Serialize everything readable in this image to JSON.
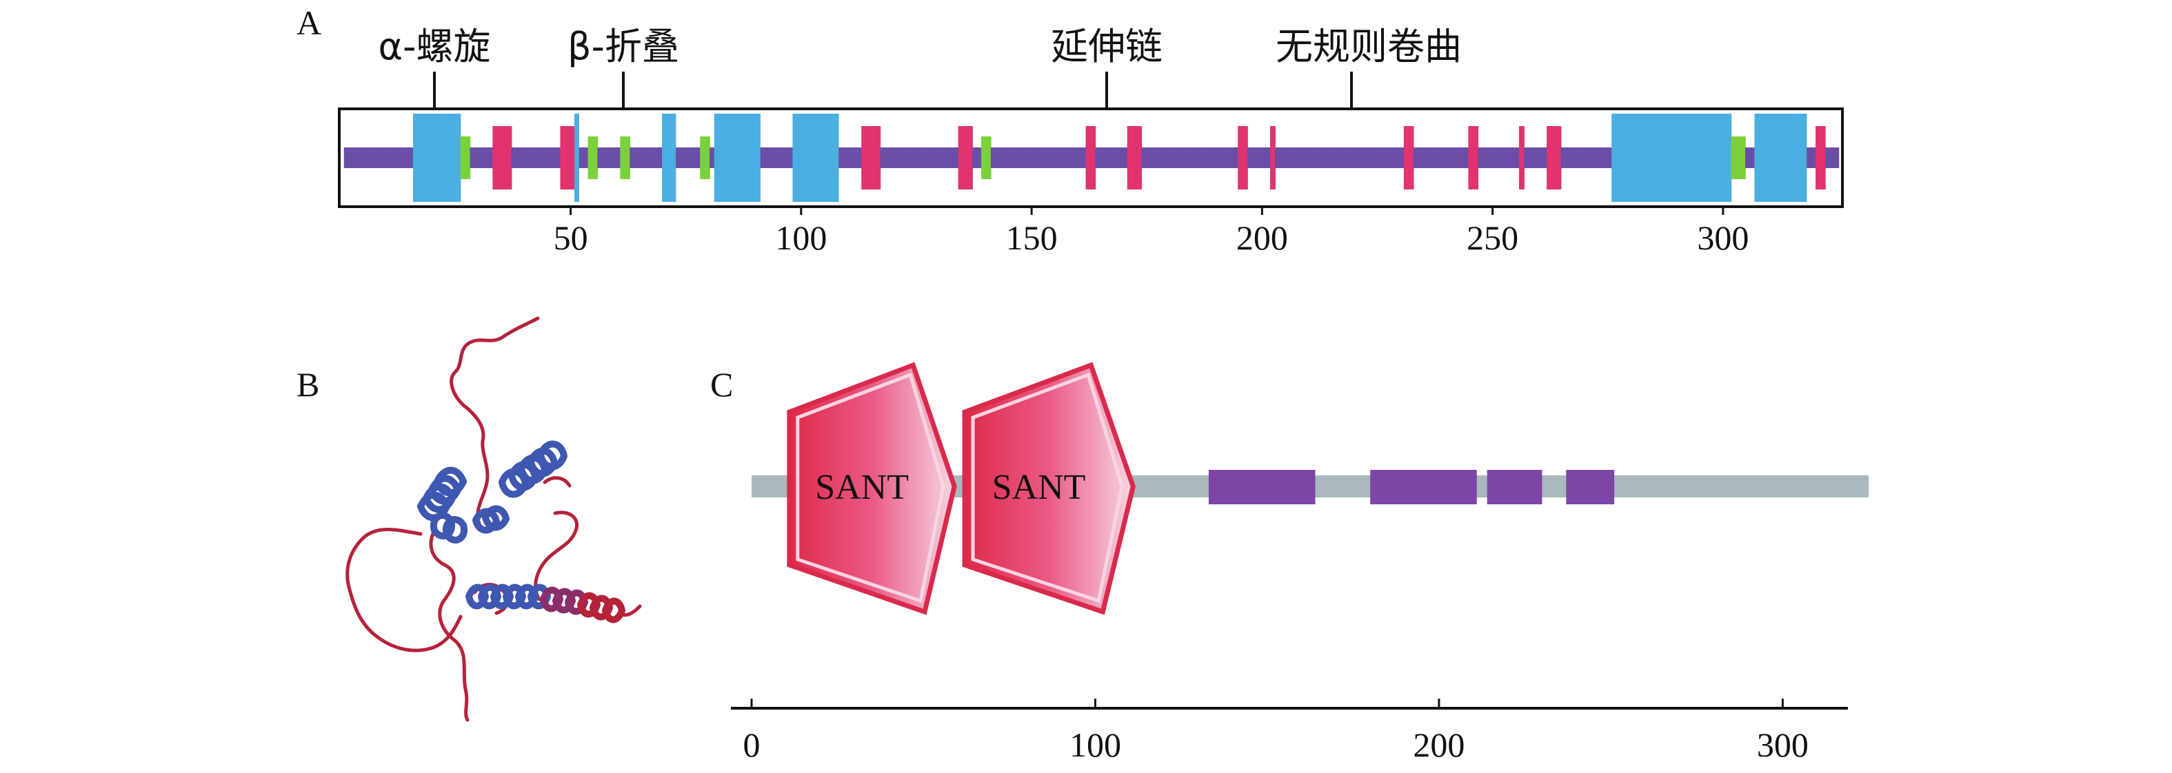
{
  "panels": {
    "a": {
      "letter": "A"
    },
    "b": {
      "letter": "B"
    },
    "c": {
      "letter": "C"
    }
  },
  "legend": [
    {
      "key": "helix",
      "label": "α-螺旋"
    },
    {
      "key": "strand",
      "label": "β-折叠"
    },
    {
      "key": "ext",
      "label": "延伸链"
    },
    {
      "key": "coil",
      "label": "无规则卷曲"
    }
  ],
  "colors": {
    "helix": "#4aaee0",
    "strand": "#e0336f",
    "ext": "#7ad13a",
    "coil": "#6a4da6",
    "backbone": "#a9b9be",
    "sant_fill_dark": "#de2a4a",
    "sant_fill_light": "#f7d5e2",
    "sant_border": "#d92a4c",
    "motif": "#7d46a6",
    "ribbon_helix": "#3e57b0",
    "ribbon_coil": "#b5223a"
  },
  "sequence": {
    "length": 325,
    "axis_ticks": [
      "50",
      "100",
      "150",
      "200",
      "250",
      "300"
    ],
    "helix_regions": [
      [
        16,
        26
      ],
      [
        51,
        52
      ],
      [
        70,
        73
      ],
      [
        81,
        91
      ],
      [
        98,
        108
      ],
      [
        276,
        302
      ],
      [
        307,
        318
      ]
    ],
    "strand_regions": [
      [
        33,
        37
      ],
      [
        48,
        52
      ],
      [
        71,
        73
      ],
      [
        113,
        117
      ],
      [
        134,
        137
      ],
      [
        162,
        164
      ],
      [
        171,
        174
      ],
      [
        195,
        197
      ],
      [
        202,
        203
      ],
      [
        231,
        233
      ],
      [
        245,
        247
      ],
      [
        256,
        257
      ],
      [
        262,
        265
      ],
      [
        311,
        313
      ],
      [
        320,
        322
      ]
    ],
    "ext_regions": [
      [
        26,
        28
      ],
      [
        54,
        56
      ],
      [
        61,
        63
      ],
      [
        78,
        80
      ],
      [
        139,
        141
      ],
      [
        302,
        305
      ]
    ]
  },
  "domains": {
    "axis_ticks": [
      "0",
      "100",
      "200",
      "300"
    ],
    "protein_length": 325,
    "sant": [
      {
        "label": "SANT",
        "start": 11,
        "end": 59
      },
      {
        "label": "SANT",
        "start": 62,
        "end": 111
      }
    ],
    "motifs": [
      [
        133,
        164
      ],
      [
        180,
        211
      ],
      [
        214,
        230
      ],
      [
        237,
        251
      ]
    ]
  }
}
